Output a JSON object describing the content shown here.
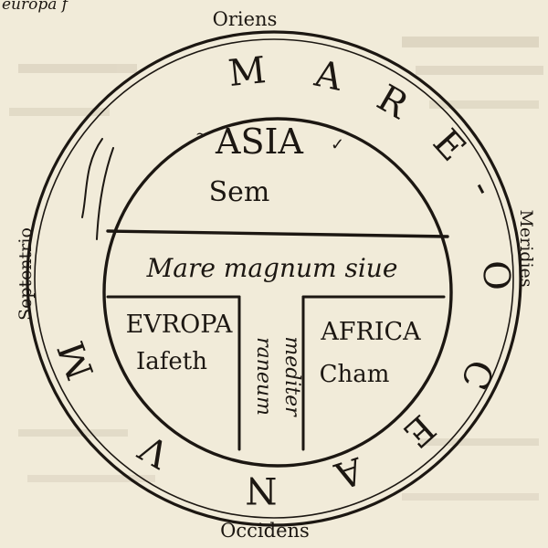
{
  "map": {
    "margin_text": "europa f",
    "directions": {
      "east": "Oriens",
      "west": "Occidens",
      "north": "Septentrio",
      "south": "Meridies"
    },
    "ocean": {
      "right_arc": [
        "M",
        "A",
        "R",
        "E",
        "-",
        "O",
        "C"
      ],
      "left_arc": [
        "E",
        "A",
        "N",
        "V",
        "M"
      ]
    },
    "continents": {
      "asia": {
        "name": "ASIA",
        "son": "Sem"
      },
      "europa": {
        "name": "EVROPA",
        "son": "Iafeth"
      },
      "africa": {
        "name": "AFRICA",
        "son": "Cham"
      }
    },
    "sea": {
      "top": "Mare magnum siue",
      "left_column": "mediter",
      "right_column": "raneum"
    }
  },
  "colors": {
    "paper": "#f1ebd9",
    "ink": "#1c1712"
  }
}
